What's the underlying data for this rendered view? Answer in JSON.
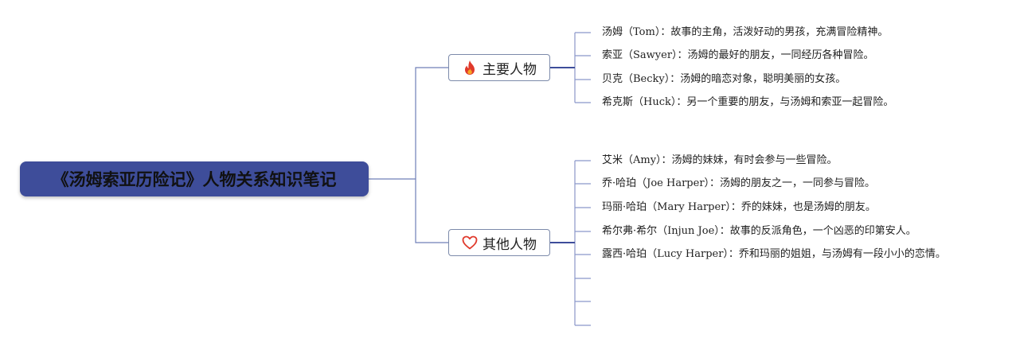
{
  "root": {
    "title": "《汤姆索亚历险记》人物关系知识笔记"
  },
  "branches": [
    {
      "label": "主要人物",
      "icon": "fire-icon",
      "icon_color": "#e0392b",
      "leaves": [
        "汤姆（Tom）：故事的主角，活泼好动的男孩，充满冒险精神。",
        "索亚（Sawyer）：汤姆的最好的朋友，一同经历各种冒险。",
        "贝克（Becky）：汤姆的暗恋对象，聪明美丽的女孩。",
        "希克斯（Huck）：另一个重要的朋友，与汤姆和索亚一起冒险。"
      ]
    },
    {
      "label": "其他人物",
      "icon": "heart-icon",
      "icon_color": "#e0392b",
      "leaves": [
        "艾米（Amy）：汤姆的妹妹，有时会参与一些冒险。",
        "乔·哈珀（Joe Harper）：汤姆的朋友之一，一同参与冒险。",
        "玛丽·哈珀（Mary Harper）：乔的妹妹，也是汤姆的朋友。",
        "希尔弗·希尔（Injun Joe）：故事的反派角色，一个凶恶的印第安人。",
        "露西·哈珀（Lucy Harper）：乔和玛丽的姐姐，与汤姆有一段小小的恋情。",
        "",
        "",
        ""
      ]
    }
  ],
  "colors": {
    "root_bg": "#3e4d9a",
    "connector": "#3e4d9a",
    "leaf_line": "#8b97c9"
  }
}
